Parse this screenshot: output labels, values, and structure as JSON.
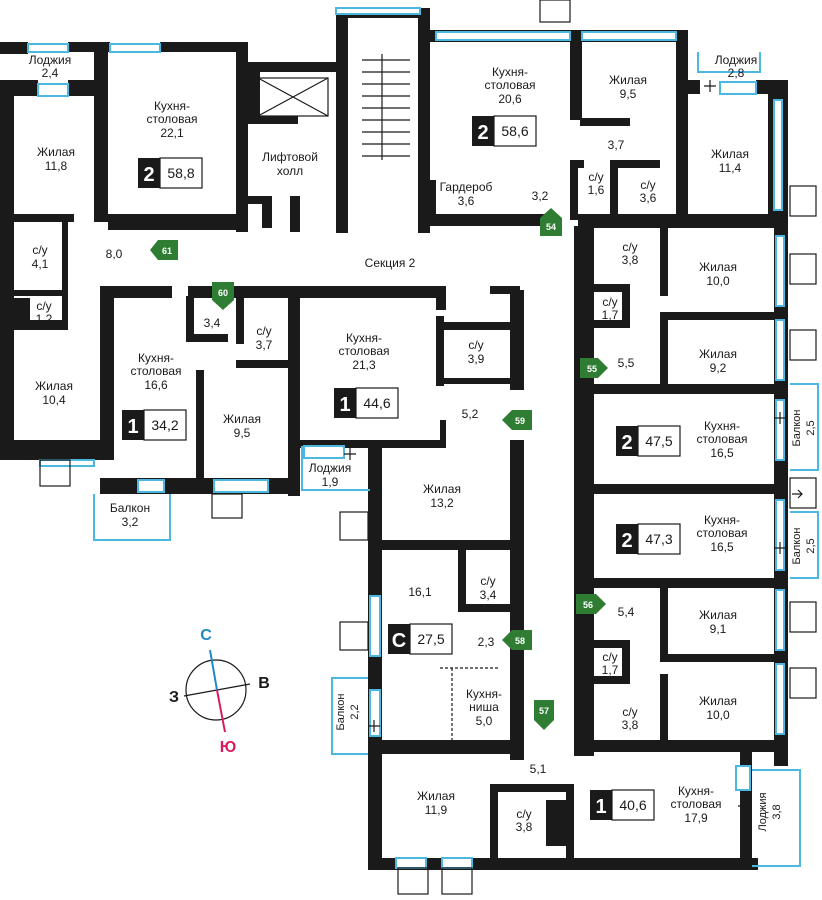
{
  "section": "Секция 2",
  "compass": {
    "n": "С",
    "s": "Ю",
    "w": "З",
    "e": "В"
  },
  "rooms": {
    "r_loggia_tl_a": "Лоджия",
    "r_loggia_tl_b": "2,4",
    "r_kitchen_58_8_a": "Кухня-",
    "r_kitchen_58_8_b": "столовая",
    "r_kitchen_58_8_c": "22,1",
    "r_zhil_11_8_a": "Жилая",
    "r_zhil_11_8_b": "11,8",
    "r_lift_a": "Лифтовой",
    "r_lift_b": "холл",
    "r_su_4_1_a": "с/у",
    "r_su_4_1_b": "4,1",
    "r_hall_8_0": "8,0",
    "r_su_1_2_a": "с/у",
    "r_su_1_2_b": "1,2",
    "r_zhil_10_4_a": "Жилая",
    "r_zhil_10_4_b": "10,4",
    "r_kitchen_34_2_a": "Кухня-",
    "r_kitchen_34_2_b": "столовая",
    "r_kitchen_34_2_c": "16,6",
    "r_hall_3_4": "3,4",
    "r_su_3_7_a": "с/у",
    "r_su_3_7_b": "3,7",
    "r_zhil_9_5b_a": "Жилая",
    "r_zhil_9_5b_b": "9,5",
    "r_balcony_3_2_a": "Балкон",
    "r_balcony_3_2_b": "3,2",
    "r_kitchen_44_6_a": "Кухня-",
    "r_kitchen_44_6_b": "столовая",
    "r_kitchen_44_6_c": "21,3",
    "r_loggia_1_9_a": "Лоджия",
    "r_loggia_1_9_b": "1,9",
    "r_su_3_9_a": "с/у",
    "r_su_3_9_b": "3,9",
    "r_hall_5_2": "5,2",
    "r_kitchen_58_6_a": "Кухня-",
    "r_kitchen_58_6_b": "столовая",
    "r_kitchen_58_6_c": "20,6",
    "r_zhil_9_5t_a": "Жилая",
    "r_zhil_9_5t_b": "9,5",
    "r_loggia_tr_a": "Лоджия",
    "r_loggia_tr_b": "2,8",
    "r_hall_3_7": "3,7",
    "r_su_1_6_a": "с/у",
    "r_su_1_6_b": "1,6",
    "r_su_3_6_a": "с/у",
    "r_su_3_6_b": "3,6",
    "r_zhil_11_4_a": "Жилая",
    "r_zhil_11_4_b": "11,4",
    "r_gard_a": "Гардероб",
    "r_gard_b": "3,6",
    "r_hall_3_2": "3,2",
    "r_su_3_8t_a": "с/у",
    "r_su_3_8t_b": "3,8",
    "r_zhil_10_0t_a": "Жилая",
    "r_zhil_10_0t_b": "10,0",
    "r_su_1_7t_a": "с/у",
    "r_su_1_7t_b": "1,7",
    "r_hall_5_5": "5,5",
    "r_zhil_9_2_a": "Жилая",
    "r_zhil_9_2_b": "9,2",
    "r_kitchen_47_5_a": "Кухня-",
    "r_kitchen_47_5_b": "столовая",
    "r_kitchen_47_5_c": "16,5",
    "r_balcony_r1_a": "Балкон",
    "r_balcony_r1_b": "2,5",
    "r_kitchen_47_3_a": "Кухня-",
    "r_kitchen_47_3_b": "столовая",
    "r_kitchen_47_3_c": "16,5",
    "r_balcony_r2_a": "Балкон",
    "r_balcony_r2_b": "2,5",
    "r_hall_5_4": "5,4",
    "r_zhil_9_1_a": "Жилая",
    "r_zhil_9_1_b": "9,1",
    "r_su_1_7b_a": "с/у",
    "r_su_1_7b_b": "1,7",
    "r_su_3_8b_a": "с/у",
    "r_su_3_8b_b": "3,8",
    "r_zhil_10_0b_a": "Жилая",
    "r_zhil_10_0b_b": "10,0",
    "r_zhil_13_2_a": "Жилая",
    "r_zhil_13_2_b": "13,2",
    "r_studio_16_1": "16,1",
    "r_su_3_4_a": "с/у",
    "r_su_3_4_b": "3,4",
    "r_hall_2_3": "2,3",
    "r_niche_a": "Кухня-",
    "r_niche_b": "ниша",
    "r_niche_c": "5,0",
    "r_balcony_2_2_a": "Балкон",
    "r_balcony_2_2_b": "2,2",
    "r_hall_5_1": "5,1",
    "r_zhil_11_9_a": "Жилая",
    "r_zhil_11_9_b": "11,9",
    "r_su_3_8c_a": "с/у",
    "r_su_3_8c_b": "3,8",
    "r_kitchen_40_6_a": "Кухня-",
    "r_kitchen_40_6_b": "столовая",
    "r_kitchen_40_6_c": "17,9",
    "r_loggia_3_8_a": "Лоджия",
    "r_loggia_3_8_b": "3,8"
  },
  "apartments": [
    {
      "rooms": "2",
      "area": "58,8"
    },
    {
      "rooms": "2",
      "area": "58,6"
    },
    {
      "rooms": "1",
      "area": "34,2"
    },
    {
      "rooms": "1",
      "area": "44,6"
    },
    {
      "rooms": "2",
      "area": "47,5"
    },
    {
      "rooms": "2",
      "area": "47,3"
    },
    {
      "rooms": "С",
      "area": "27,5"
    },
    {
      "rooms": "1",
      "area": "40,6"
    }
  ],
  "unit_numbers": [
    "61",
    "60",
    "54",
    "55",
    "59",
    "56",
    "58",
    "57"
  ],
  "colors": {
    "wall": "#1a1a1a",
    "window": "#4bb8e0",
    "unit_flag": "#2e7d32",
    "north": "#1e88c8",
    "south": "#d81b60"
  }
}
